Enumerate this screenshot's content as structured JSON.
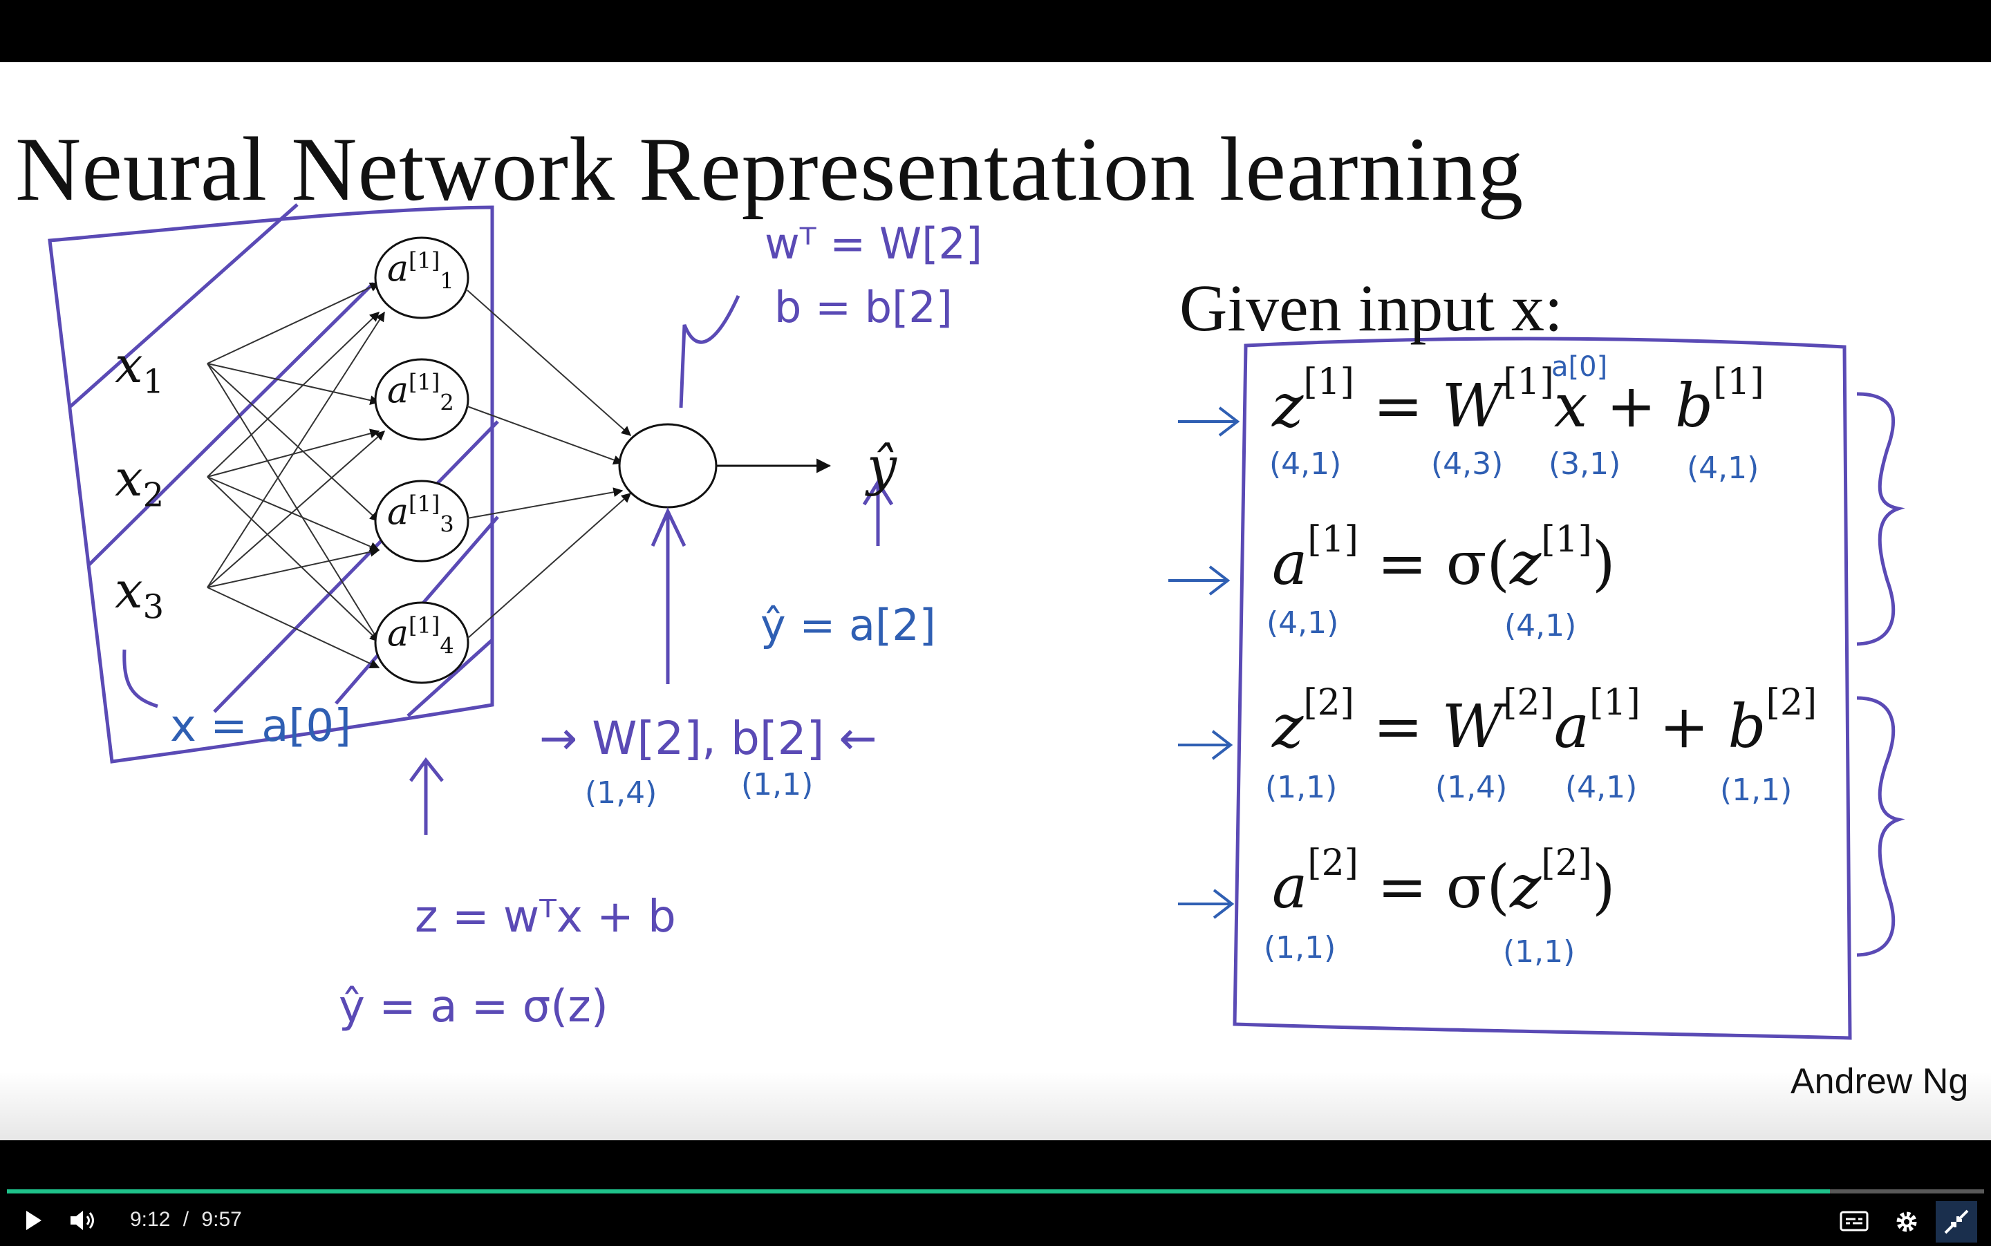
{
  "slide": {
    "title": "Neural Network Representation learning",
    "given_heading": "Given input x:",
    "author": "Andrew Ng",
    "network": {
      "inputs": [
        {
          "sym": "x",
          "sub": "1"
        },
        {
          "sym": "x",
          "sub": "2"
        },
        {
          "sym": "x",
          "sub": "3"
        }
      ],
      "hidden": [
        {
          "sym": "a",
          "sup": "[1]",
          "sub": "1"
        },
        {
          "sym": "a",
          "sup": "[1]",
          "sub": "2"
        },
        {
          "sym": "a",
          "sup": "[1]",
          "sub": "3"
        },
        {
          "sym": "a",
          "sup": "[1]",
          "sub": "4"
        }
      ],
      "output_label": "ŷ"
    },
    "equations": [
      {
        "lhs": "z",
        "lhs_sup": "[1]",
        "rhs_a": "W",
        "rhs_a_sup": "[1]",
        "rhs_x": "x",
        "rhs_b": "b",
        "rhs_b_sup": "[1]",
        "dims": [
          "(4,1)",
          "(4,3)",
          "(3,1)",
          "(4,1)"
        ]
      },
      {
        "lhs": "a",
        "lhs_sup": "[1]",
        "fn": "σ",
        "arg": "z",
        "arg_sup": "[1]",
        "dims": [
          "(4,1)",
          "(4,1)"
        ]
      },
      {
        "lhs": "z",
        "lhs_sup": "[2]",
        "rhs_a": "W",
        "rhs_a_sup": "[2]",
        "rhs_x": "a",
        "rhs_x_sup": "[1]",
        "rhs_b": "b",
        "rhs_b_sup": "[2]",
        "dims": [
          "(1,1)",
          "(1,4)",
          "(4,1)",
          "(1,1)"
        ]
      },
      {
        "lhs": "a",
        "lhs_sup": "[2]",
        "fn": "σ",
        "arg": "z",
        "arg_sup": "[2]",
        "dims": [
          "(1,1)",
          "(1,1)"
        ]
      }
    ],
    "handwriting": {
      "w_transpose": "wᵀ = W[2]",
      "b_equals": "b = b[2]",
      "y_hat_eq": "ŷ = a[2]",
      "x_eq": "x = a[0]",
      "w2_b2": "→ W[2], b[2] ←",
      "w2_dim": "(1,4)",
      "b2_dim": "(1,1)",
      "z_eq": "z = wᵀx + b",
      "yhat_sigma": "ŷ = a = σ(z)",
      "a0_over_x": "a[0]"
    }
  },
  "player": {
    "current_time": "9:12",
    "separator": "/",
    "duration": "9:57",
    "progress": 0.922,
    "accent_color": "#1fc28b"
  }
}
